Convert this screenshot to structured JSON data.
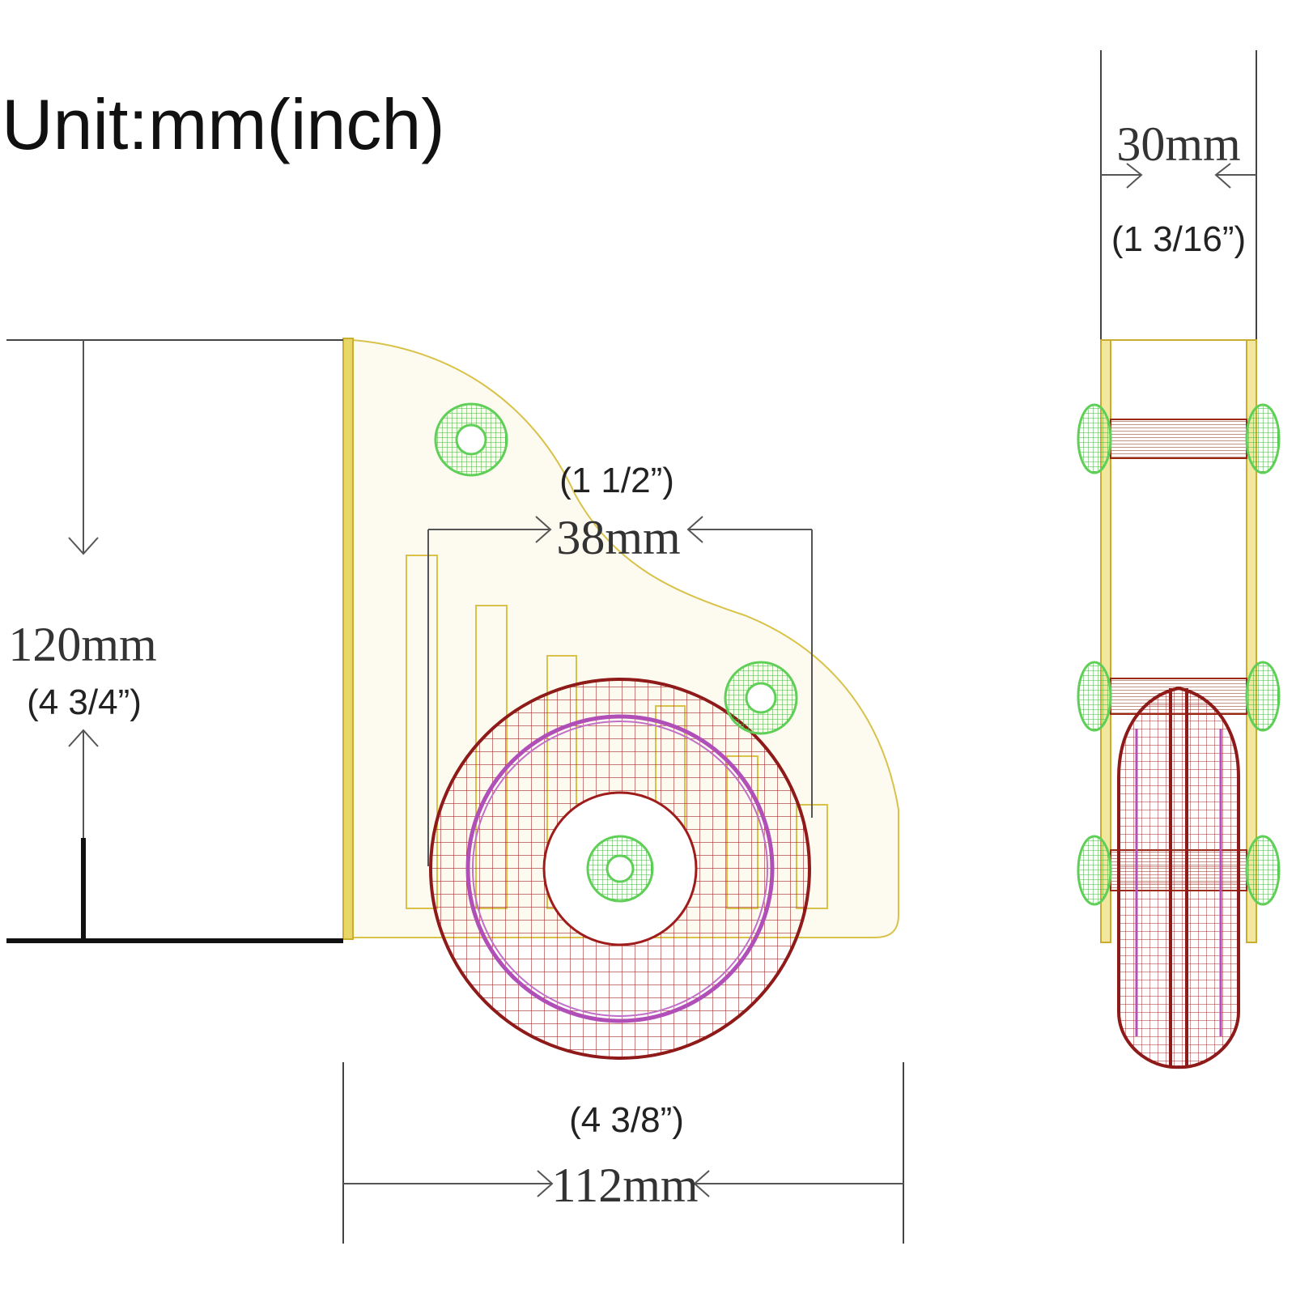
{
  "title": "Unit:mm(inch)",
  "dimensions": {
    "height": {
      "mm": "120mm",
      "inch": "(4 3/4”)"
    },
    "width": {
      "mm": "112mm",
      "inch": "(4 3/8”)"
    },
    "spacing": {
      "mm": "38mm",
      "inch": "(1 1/2”)"
    },
    "thickness": {
      "mm": "30mm",
      "inch": "(1 3/16”)"
    }
  },
  "colors": {
    "plate": "#d9c24a",
    "plate_fill": "#fbf8e6",
    "wheel": "#9e1c1c",
    "wheel_inner": "#b04fb8",
    "screw": "#6fd66a",
    "screw_mesh": "#3fb63a",
    "axle": "#9a2a12"
  }
}
